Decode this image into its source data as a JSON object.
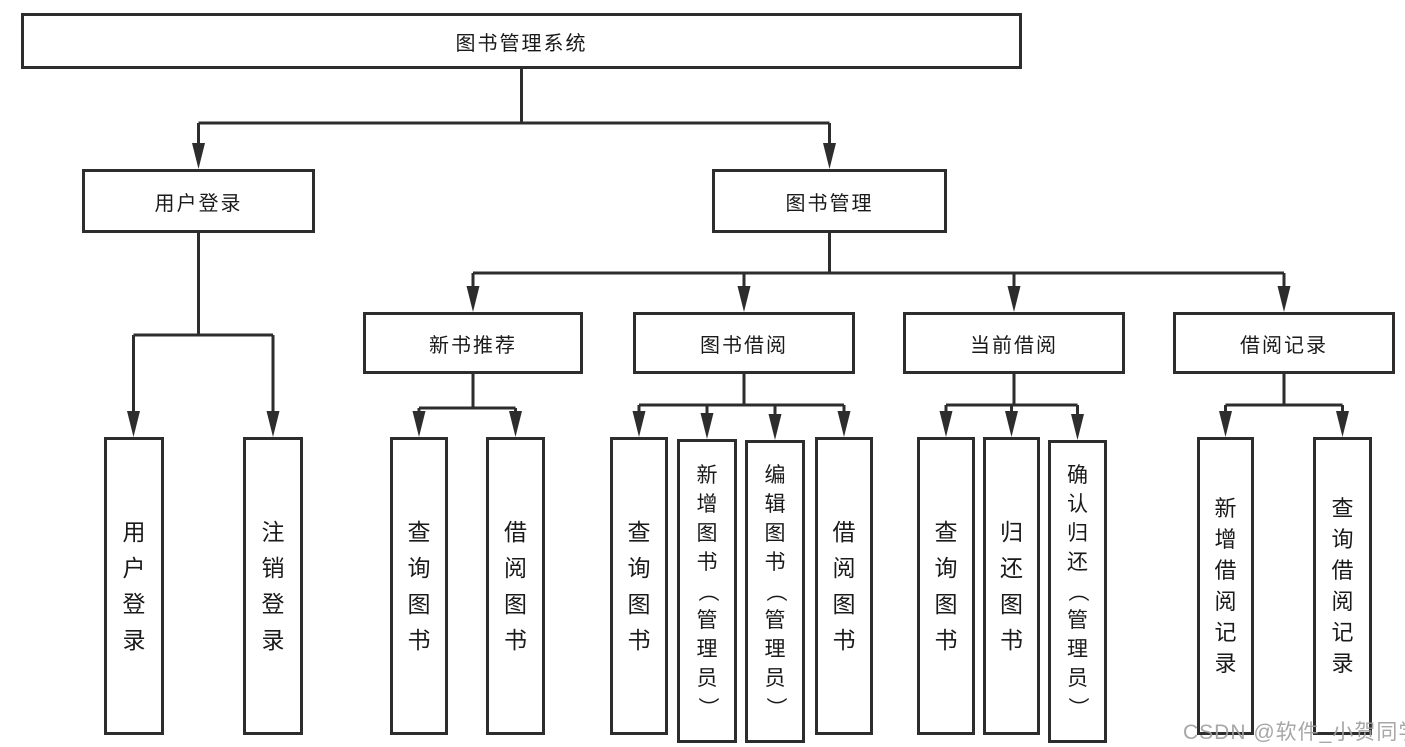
{
  "tree": {
    "root": {
      "label": "图书管理系统"
    },
    "user_login": {
      "label": "用户登录",
      "children": [
        {
          "label": "用户登录"
        },
        {
          "label": "注销登录"
        }
      ]
    },
    "book_mgmt": {
      "label": "图书管理"
    },
    "new_book_rec": {
      "label": "新书推荐",
      "children": [
        {
          "label": "查询图书"
        },
        {
          "label": "借阅图书"
        }
      ]
    },
    "book_borrow": {
      "label": "图书借阅",
      "children": [
        {
          "label": "查询图书"
        },
        {
          "label": "新增图书（管理员）"
        },
        {
          "label": "编辑图书（管理员）"
        },
        {
          "label": "借阅图书"
        }
      ]
    },
    "current_borrow": {
      "label": "当前借阅",
      "children": [
        {
          "label": "查询图书"
        },
        {
          "label": "归还图书"
        },
        {
          "label": "确认归还（管理员）"
        }
      ]
    },
    "borrow_record": {
      "label": "借阅记录",
      "children": [
        {
          "label": "新增借阅记录"
        },
        {
          "label": "查询借阅记录"
        }
      ]
    }
  },
  "watermark": "CSDN @软件_小贺同学",
  "colors": {
    "line": "#2d2d2d",
    "text": "#1a1a1a",
    "watermark": "#a0a0a0",
    "background": "#ffffff"
  }
}
